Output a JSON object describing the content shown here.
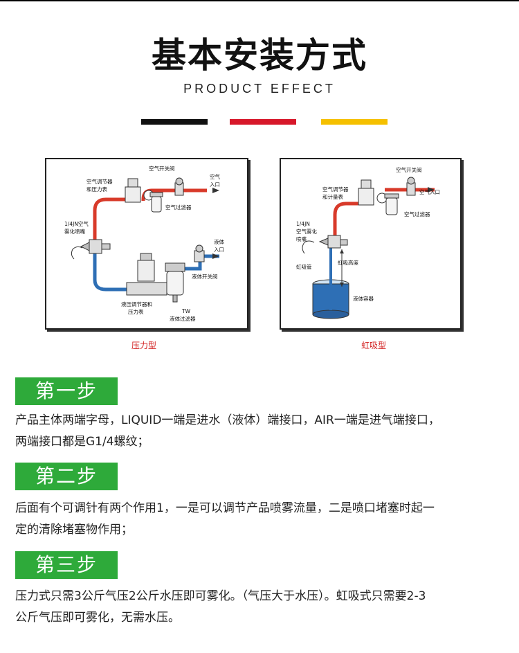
{
  "header": {
    "title": "基本安装方式",
    "subtitle": "PRODUCT EFFECT",
    "bar_colors": [
      "#111111",
      "#d7182a",
      "#f5c000"
    ]
  },
  "diagram_pressure": {
    "caption": "压力型",
    "labels": {
      "air_valve": "空气开关阀",
      "air_regulator_1": "空气调节器",
      "air_regulator_2": "和压力表",
      "air_inlet_1": "空气",
      "air_inlet_2": "入口",
      "air_filter": "空气过滤器",
      "nozzle_1": "1/4JN空气",
      "nozzle_2": "雾化喷嘴",
      "liquid_inlet_1": "液体",
      "liquid_inlet_2": "入口",
      "liquid_valve": "液体开关阀",
      "liquid_regulator_1": "液压调节器和",
      "liquid_regulator_2": "压力表",
      "liquid_filter_1": "TW",
      "liquid_filter_2": "液体过滤器"
    }
  },
  "diagram_siphon": {
    "caption": "虹吸型",
    "labels": {
      "air_valve": "空气开关阀",
      "air_regulator_1": "空气调节器",
      "air_regulator_2": "和计量表",
      "air_inlet": "空气入口",
      "air_filter": "空气过滤器",
      "nozzle_1": "1/4JN",
      "nozzle_2": "空气雾化",
      "nozzle_3": "喷嘴",
      "siphon_tube": "虹吸管",
      "siphon_height": "虹吸高度",
      "liquid_container": "液体容器"
    }
  },
  "steps": [
    {
      "label": "第一步",
      "text_line1": "产品主体两端字母，LIQUID一端是进水（液体）端接口，AIR一端是进气端接口，",
      "text_line2": "两端接口都是G1/4螺纹；"
    },
    {
      "label": "第二步",
      "text_line1": "后面有个可调针有两个作用1，一是可以调节产品喷雾流量，二是喷口堵塞时起一",
      "text_line2": "定的清除堵塞物作用；"
    },
    {
      "label": "第三步",
      "text_line1": "压力式只需3公斤气压2公斤水压即可雾化。（气压大于水压）。虹吸式只需要2-3",
      "text_line2": "公斤气压即可雾化，无需水压。"
    }
  ],
  "colors": {
    "air_pipe": "#d83a2a",
    "liquid_pipe": "#2e6fb5",
    "step_badge": "#2eaa3a",
    "caption": "#d21f1f"
  }
}
